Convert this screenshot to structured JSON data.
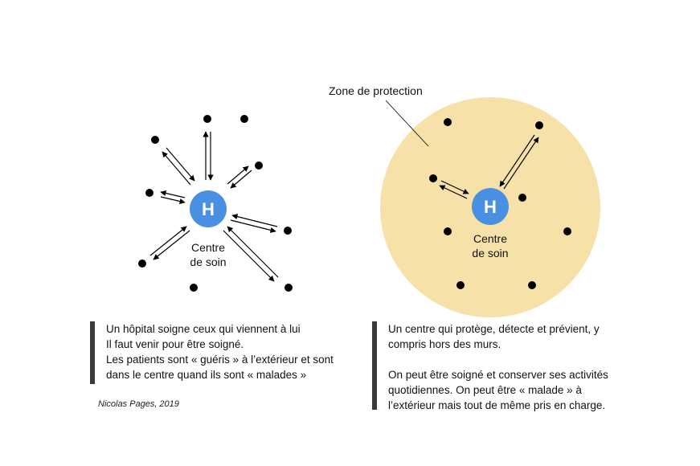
{
  "left_diagram": {
    "hub_letter": "H",
    "hub_label_lines": [
      "Centre",
      "de soin"
    ]
  },
  "right_diagram": {
    "zone_label": "Zone de protection",
    "hub_letter": "H",
    "hub_label_lines": [
      "Centre",
      "de soin"
    ]
  },
  "captions": {
    "left_lines": [
      "Un hôpital soigne ceux qui viennent à lui",
      "Il faut venir pour être soigné.",
      "Les patients sont « guéris » à l’extérieur et sont",
      "dans le centre quand ils sont « malades »"
    ],
    "right_paragraphs": [
      [
        "Un centre qui protège, détecte et prévient, y",
        "compris hors des murs."
      ],
      [
        "On peut être soigné et conserver ses activités",
        "quotidiennes. On peut être « malade » à",
        "l’extérieur mais tout de même pris en charge."
      ]
    ]
  },
  "credit": "Nicolas Pages, 2019",
  "colors": {
    "hub": "#4a90e2",
    "zone": "#f6e2a8",
    "dot": "#000000",
    "caption_bar": "#3a3a3a"
  }
}
